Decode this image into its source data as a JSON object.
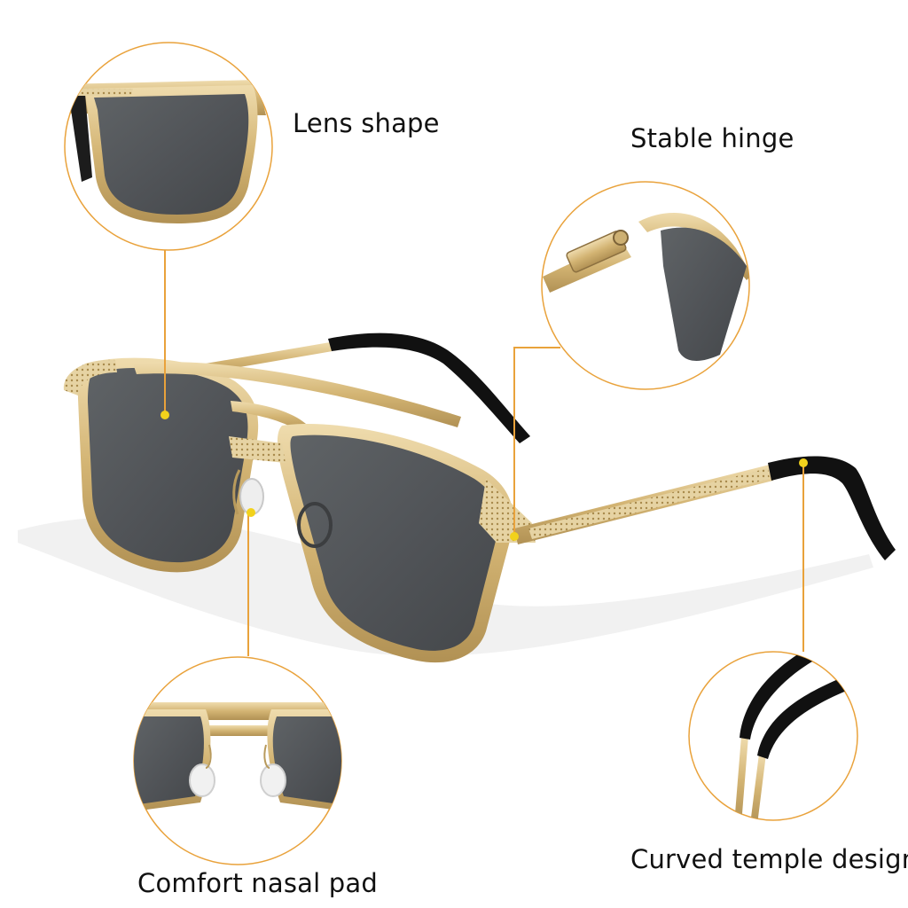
{
  "labels": {
    "lens_shape": "Lens shape",
    "stable_hinge": "Stable hinge",
    "comfort_nasal_pad": "Comfort nasal pad",
    "curved_temple_design": "Curved temple design"
  },
  "colors": {
    "gold_frame": "#d6b878",
    "gold_dark": "#a8884a",
    "callout_line": "#e9a23b",
    "marker_dot": "#f2d21c",
    "lens_gray": "#56595c",
    "temple_tip": "#111111",
    "background": "#ffffff"
  }
}
